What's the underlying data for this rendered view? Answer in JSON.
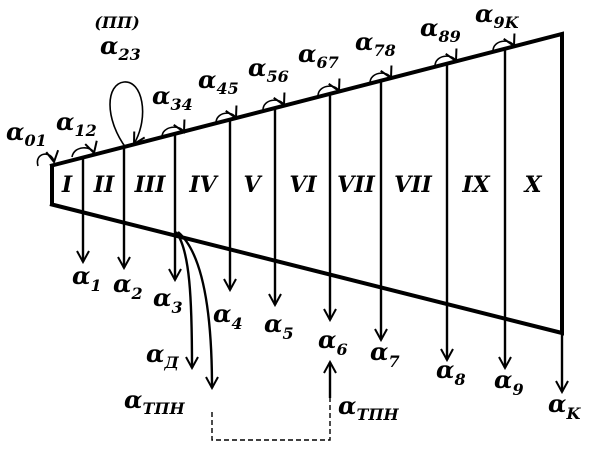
{
  "symbol": "α",
  "top_note": "(ПП)",
  "zones": [
    "I",
    "II",
    "III",
    "IV",
    "V",
    "VI",
    "VII",
    "VII",
    "IX",
    "X"
  ],
  "transfer": [
    "01",
    "12",
    "23",
    "34",
    "45",
    "56",
    "67",
    "78",
    "89",
    "9K"
  ],
  "down": [
    "1",
    "2",
    "3",
    "4",
    "5",
    "6",
    "7",
    "8",
    "9",
    "K"
  ],
  "branch_d": "Д",
  "branch_tpn_out": "ТПН",
  "branch_tpn_in": "ТПН"
}
